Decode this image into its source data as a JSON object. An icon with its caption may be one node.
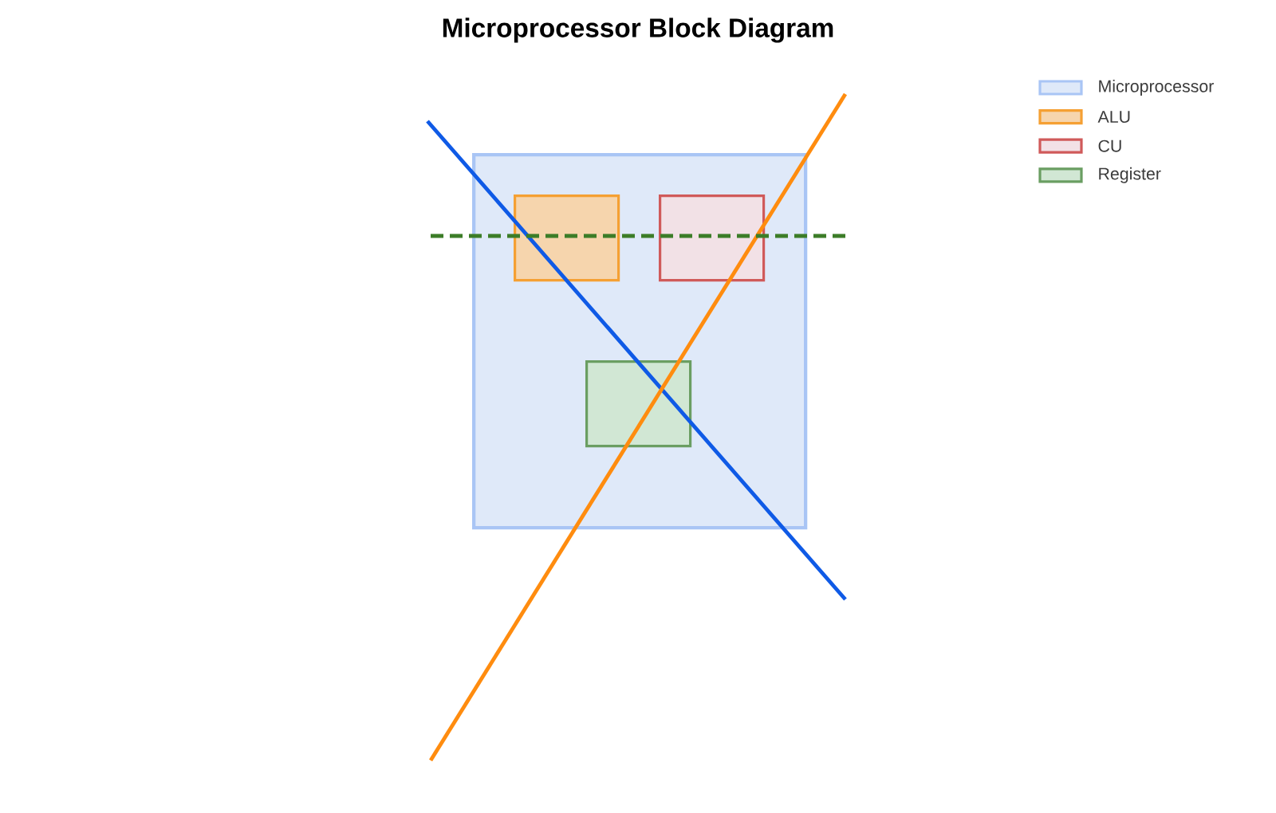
{
  "diagram": {
    "title": "Microprocessor Block Diagram",
    "nodes": [
      {
        "text": [],
        "shape": "box"
      },
      {
        "text": [],
        "shape": "box",
        "in": 0
      },
      {
        "text": [],
        "shape": "box",
        "in": 0
      },
      {
        "text": [],
        "shape": "box",
        "in": 0
      }
    ],
    "legend": [
      {
        "text": "Microprocessor",
        "color": "#dfe9f9"
      },
      {
        "text": "ALU",
        "color": "#f6d5ad"
      },
      {
        "text": "CU",
        "color": "#f2e1e6"
      },
      {
        "text": "Register",
        "color": "#d1e7d4"
      }
    ]
  }
}
